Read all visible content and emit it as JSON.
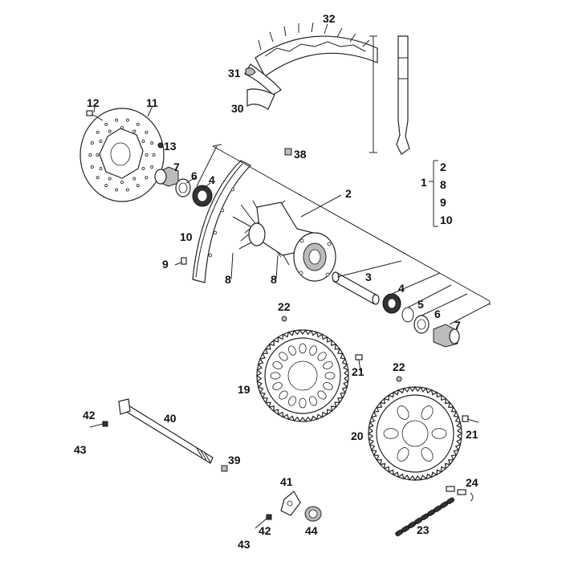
{
  "labels": {
    "l1": "1",
    "l2": "2",
    "l3": "3",
    "l4a": "4",
    "l4b": "4",
    "l5": "5",
    "l6a": "6",
    "l6b": "6",
    "l7a": "7",
    "l7b": "7",
    "l8a": "8",
    "l8b": "8",
    "l9": "9",
    "l10": "10",
    "l11": "11",
    "l12": "12",
    "l13": "13",
    "l19": "19",
    "l20": "20",
    "l21a": "21",
    "l21b": "21",
    "l22a": "22",
    "l22b": "22",
    "l23": "23",
    "l24": "24",
    "l30": "30",
    "l31": "31",
    "l32": "32",
    "l38": "38",
    "l39": "39",
    "l40": "40",
    "l41": "41",
    "l42a": "42",
    "l42b": "42",
    "l43a": "43",
    "l43b": "43",
    "l44": "44"
  },
  "kit_group": {
    "items": [
      "2",
      "8",
      "9",
      "10"
    ]
  }
}
